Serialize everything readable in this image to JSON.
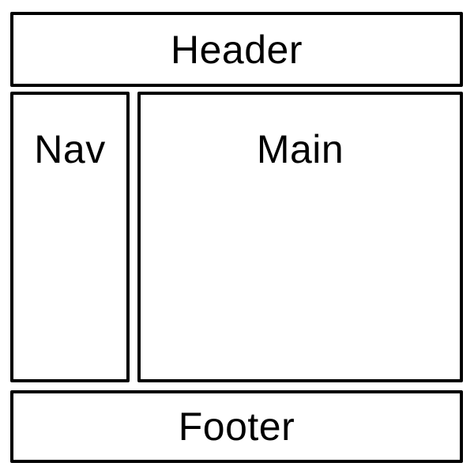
{
  "page": {
    "background_color": "#ffffff",
    "border_color": "#000000",
    "text_color": "#000000"
  },
  "diagram": {
    "type": "page-layout-wireframe",
    "regions": {
      "header": {
        "label": "Header"
      },
      "nav": {
        "label": "Nav"
      },
      "main": {
        "label": "Main"
      },
      "footer": {
        "label": "Footer"
      }
    }
  }
}
